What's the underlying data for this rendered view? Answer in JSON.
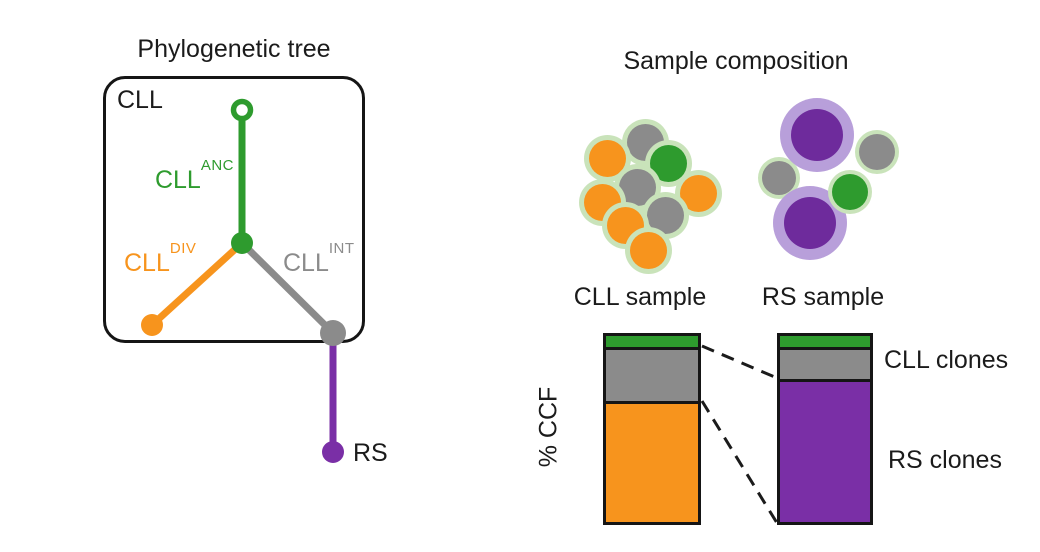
{
  "colors": {
    "green": "#2e9b2e",
    "orange": "#f7941d",
    "gray": "#8b8b8b",
    "purple": "#7a2fa6",
    "purple_dark": "#6e2b9c",
    "purple_light": "#b89fda",
    "green_light": "#c9e3ba",
    "ink": "#1b1b1b"
  },
  "figure": {
    "left_panel": {
      "title": "Phylogenetic tree",
      "box_label": "CLL",
      "branch_labels": {
        "anc": {
          "base": "CLL",
          "sup": "ANC"
        },
        "div": {
          "base": "CLL",
          "sup": "DIV"
        },
        "int": {
          "base": "CLL",
          "sup": "INT"
        }
      },
      "rs_label": "RS"
    },
    "right_panel": {
      "title": "Sample composition",
      "cll_sample_label": "CLL sample",
      "rs_sample_label": "RS sample",
      "cll_sample_cells": [
        "gray",
        "orange",
        "green",
        "gray",
        "orange",
        "orange",
        "gray",
        "orange",
        "orange"
      ],
      "rs_sample_cells": [
        "gray",
        "gray",
        "purple",
        "purple",
        "green"
      ]
    }
  },
  "chart_data": {
    "type": "bar",
    "subtype": "stacked",
    "title": "",
    "xlabel": "",
    "ylabel": "% CCF",
    "ylim": [
      0,
      100
    ],
    "grid": false,
    "legend_position": "none",
    "categories": [
      "CLL sample",
      "RS sample"
    ],
    "series": [
      {
        "name": "CLL ancestral clone",
        "color": "green",
        "values": [
          6,
          6
        ]
      },
      {
        "name": "CLL intermediate clone",
        "color": "gray",
        "values": [
          29,
          17
        ]
      },
      {
        "name": "CLL divergent clone",
        "color": "orange",
        "values": [
          65,
          0
        ]
      },
      {
        "name": "RS clone",
        "color": "purple",
        "values": [
          0,
          77
        ]
      }
    ],
    "annotations": {
      "cll_clones_label": "CLL clones",
      "rs_clones_label": "RS clones"
    }
  }
}
